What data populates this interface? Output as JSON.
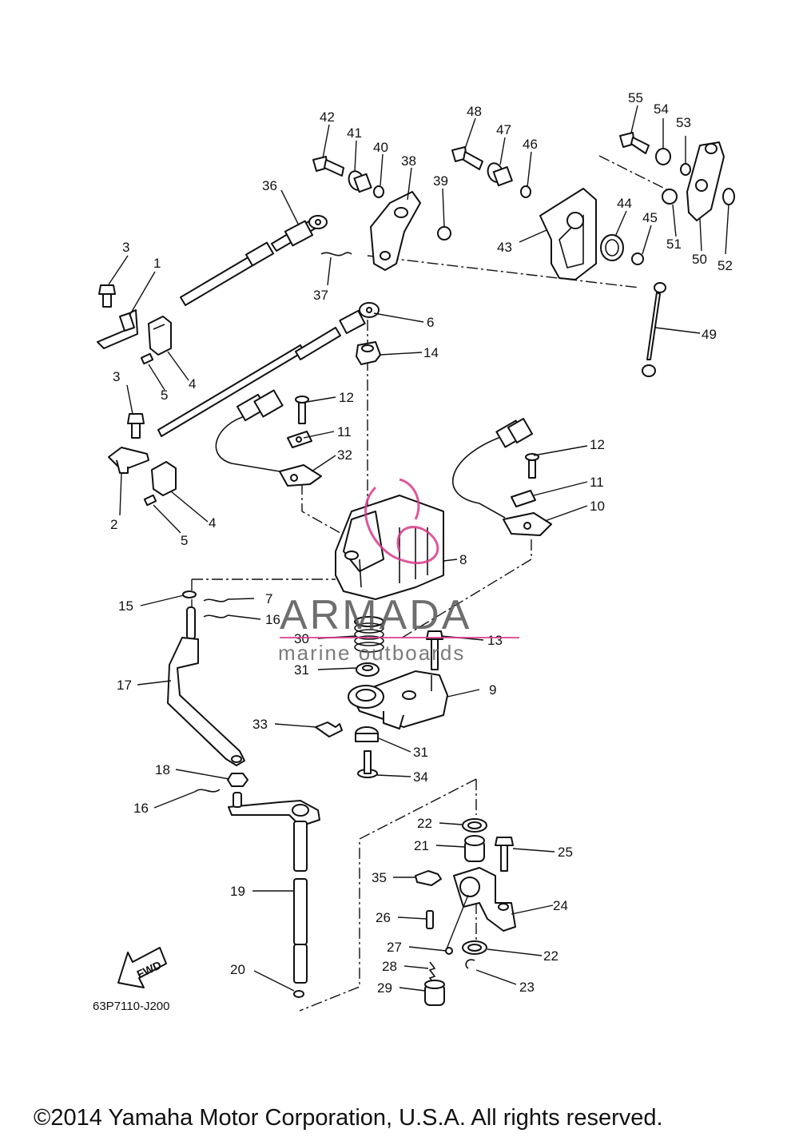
{
  "diagram": {
    "code": "63P7110-J200",
    "copyright": "©2014 Yamaha Motor Corporation, U.S.A. All rights reserved.",
    "fwd_label": "FWD",
    "watermark": {
      "brand": "ARMADA",
      "tagline": "marine outboards",
      "accent": "#d93a8a"
    },
    "callouts": {
      "c1": "1",
      "c2": "2",
      "c3a": "3",
      "c3b": "3",
      "c4a": "4",
      "c4b": "4",
      "c5a": "5",
      "c5b": "5",
      "c6": "6",
      "c7": "7",
      "c8": "8",
      "c9": "9",
      "c10": "10",
      "c11a": "11",
      "c11b": "11",
      "c12a": "12",
      "c12b": "12",
      "c13": "13",
      "c14": "14",
      "c15": "15",
      "c16a": "16",
      "c16b": "16",
      "c17": "17",
      "c18": "18",
      "c19": "19",
      "c20": "20",
      "c21": "21",
      "c22a": "22",
      "c22b": "22",
      "c23": "23",
      "c24": "24",
      "c25": "25",
      "c26": "26",
      "c27": "27",
      "c28": "28",
      "c29": "29",
      "c30": "30",
      "c31a": "31",
      "c31b": "31",
      "c32": "32",
      "c33": "33",
      "c34": "34",
      "c35": "35",
      "c36": "36",
      "c37": "37",
      "c38": "38",
      "c39": "39",
      "c40": "40",
      "c41": "41",
      "c42": "42",
      "c43": "43",
      "c44": "44",
      "c45": "45",
      "c46": "46",
      "c47": "47",
      "c48": "48",
      "c49": "49",
      "c50": "50",
      "c51": "51",
      "c52": "52",
      "c53": "53",
      "c54": "54",
      "c55": "55"
    }
  }
}
